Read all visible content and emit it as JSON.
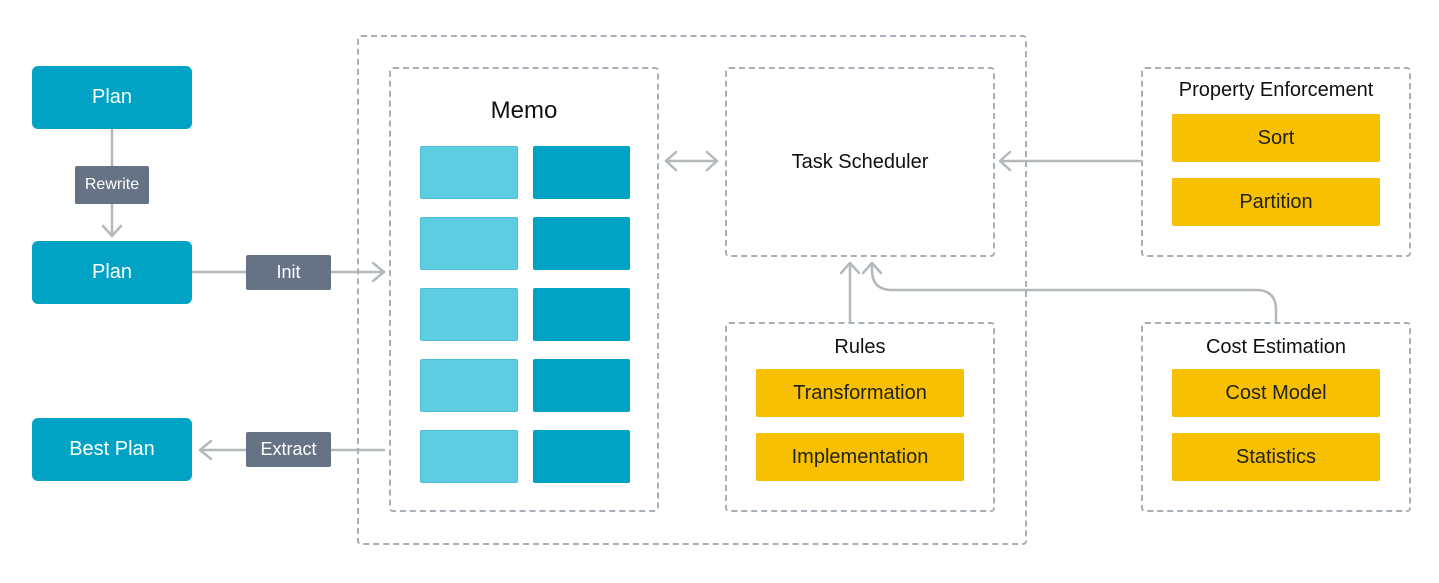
{
  "left": {
    "plan_top": "Plan",
    "rewrite_label": "Rewrite",
    "plan_mid": "Plan",
    "init_label": "Init",
    "best_plan": "Best Plan",
    "extract_label": "Extract"
  },
  "memo": {
    "title": "Memo",
    "rows": 5,
    "cols": 2
  },
  "task_scheduler": {
    "title": "Task Scheduler"
  },
  "rules": {
    "title": "Rules",
    "items": [
      "Transformation",
      "Implementation"
    ]
  },
  "property_enforcement": {
    "title": "Property Enforcement",
    "items": [
      "Sort",
      "Partition"
    ]
  },
  "cost_estimation": {
    "title": "Cost Estimation",
    "items": [
      "Cost Model",
      "Statistics"
    ]
  },
  "colors": {
    "plan_blue": "#00a3c4",
    "memo_light": "#5ecde1",
    "tag_gray": "#657385",
    "yellow": "#f7c000",
    "dashed_border": "#a7afb8",
    "arrow": "#b4b9be"
  }
}
